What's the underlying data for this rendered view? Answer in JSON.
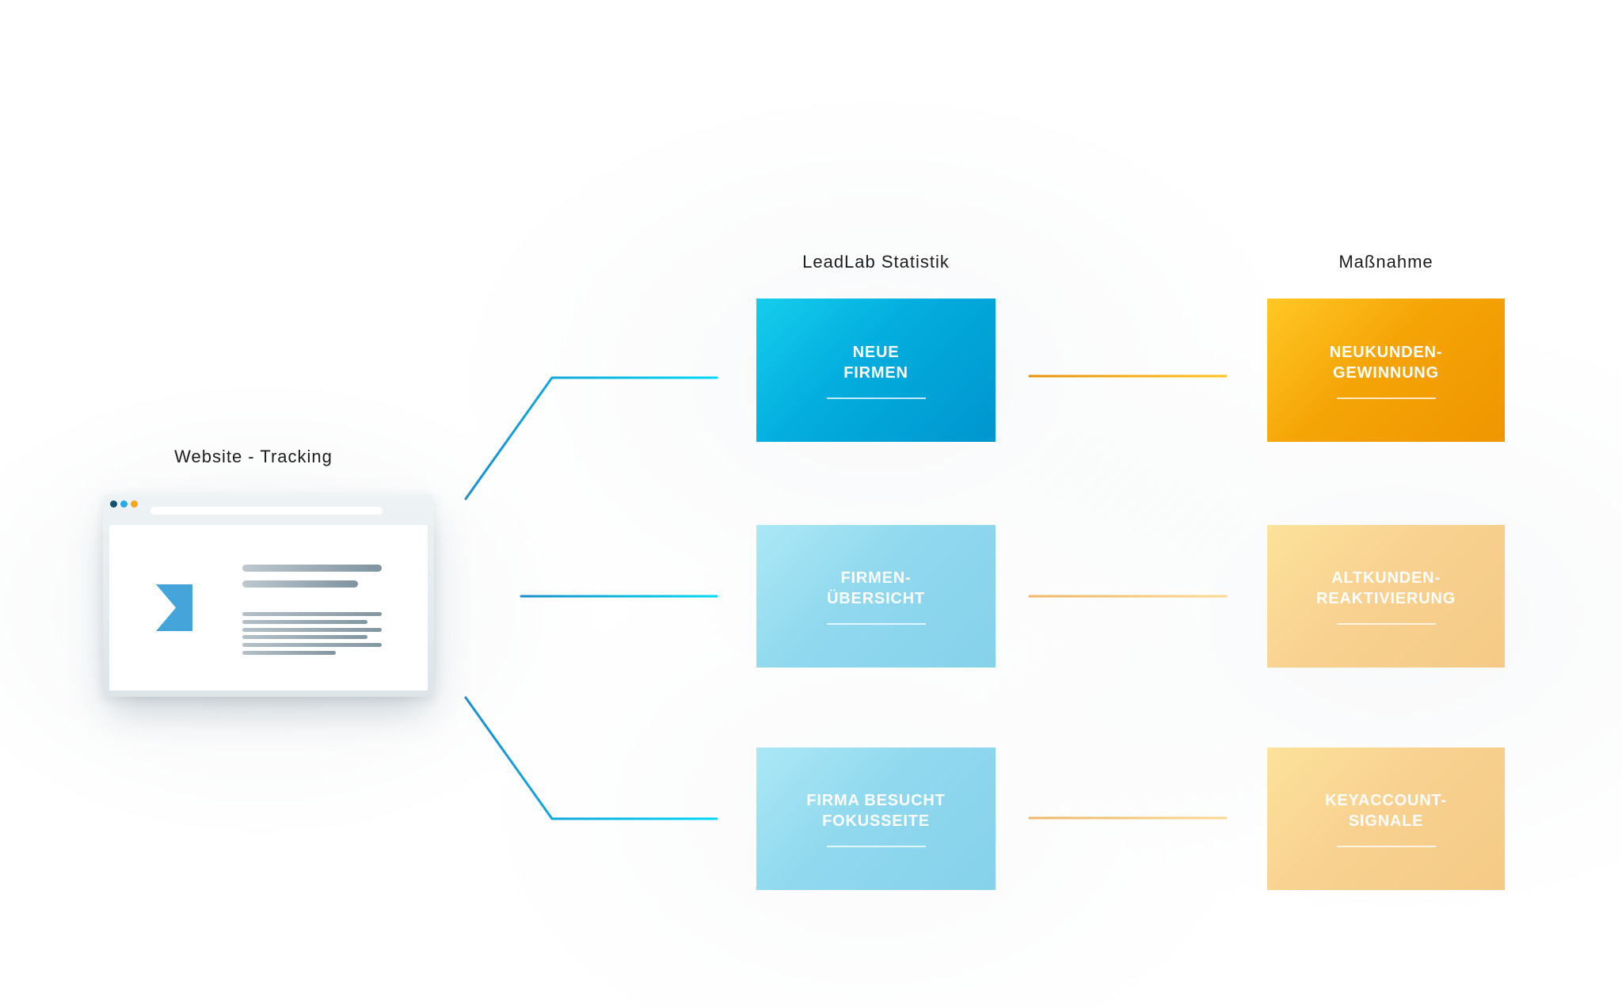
{
  "diagram": {
    "source": {
      "title": "Website - Tracking"
    },
    "stat_column": {
      "header": "LeadLab Statistik",
      "boxes": [
        {
          "line1": "NEUE",
          "line2": "FIRMEN"
        },
        {
          "line1": "FIRMEN-",
          "line2": "ÜBERSICHT"
        },
        {
          "line1": "FIRMA BESUCHT",
          "line2": "FOKUSSEITE"
        }
      ]
    },
    "action_column": {
      "header": "Maßnahme",
      "boxes": [
        {
          "line1": "NEUKUNDEN-",
          "line2": "GEWINNUNG"
        },
        {
          "line1": "ALTKUNDEN-",
          "line2": "REAKTIVIERUNG"
        },
        {
          "line1": "KEYACCOUNT-",
          "line2": "SIGNALE"
        }
      ]
    }
  },
  "theme": {
    "header-text": "#1c1c1c",
    "stat-strong-a": "#16cdec",
    "stat-strong-b": "#03aede",
    "stat-strong-c": "#0095cf",
    "stat-light-a": "#abe8f6",
    "stat-light-b": "#90d8ee",
    "stat-light-c": "#86d2eb",
    "action-strong-a": "#ffc825",
    "action-strong-b": "#f5a406",
    "action-strong-c": "#ef9600",
    "action-light-a": "#fce29b",
    "action-light-b": "#f8d190",
    "action-light-c": "#f5ca86",
    "line-blue-dark": "#1b8fce",
    "line-cyan": "#00d8f6",
    "line-orange-dark": "#e8920b",
    "line-orange-bright": "#ffc31c",
    "line-orange-light-start": "#f0b766",
    "line-orange-light-end": "#fbd98e",
    "dot-1": "#14536e",
    "dot-2": "#2ba9e0",
    "dot-3": "#f6a41e",
    "logo-color": "#45a5db"
  }
}
